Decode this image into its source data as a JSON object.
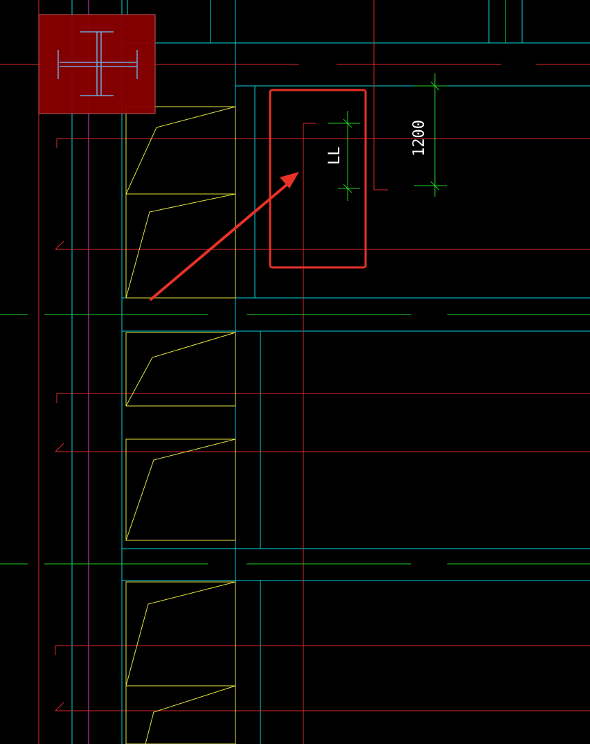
{
  "drawing": {
    "background_color": "#000000",
    "colors": {
      "cyan": "#00d8e0",
      "red": "#e02828",
      "green": "#1fd41f",
      "yellow": "#e8e83c",
      "highlight": "#e83228",
      "selection_box": "#8b0000"
    },
    "dimension": {
      "value": "1200"
    },
    "beam_label": {
      "text": "LL"
    },
    "ucs_icon": {
      "name": "ucs-axis-icon"
    },
    "annotation": {
      "callout_box": "highlight-box",
      "arrow": "pointer-arrow"
    }
  }
}
